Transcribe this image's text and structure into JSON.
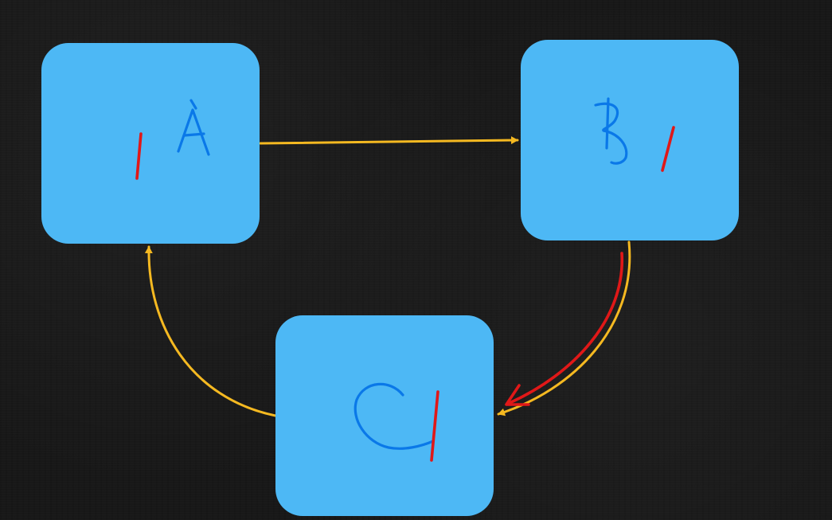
{
  "colors": {
    "background": "#181818",
    "node_fill": "#4DB8F5",
    "handwriting_blue": "#0A78E8",
    "handwriting_red": "#E01818",
    "arrow_yellow": "#F5B921",
    "annotation_red": "#E01818"
  },
  "nodes": [
    {
      "id": "A",
      "letter": "A",
      "mark": "1"
    },
    {
      "id": "B",
      "letter": "B",
      "mark": "1"
    },
    {
      "id": "C",
      "letter": "C",
      "mark": "1"
    }
  ],
  "edges": [
    {
      "from": "A",
      "to": "B",
      "color": "yellow"
    },
    {
      "from": "B",
      "to": "C",
      "color": "yellow",
      "overdrawn_red": true
    },
    {
      "from": "C",
      "to": "A",
      "color": "yellow"
    }
  ]
}
